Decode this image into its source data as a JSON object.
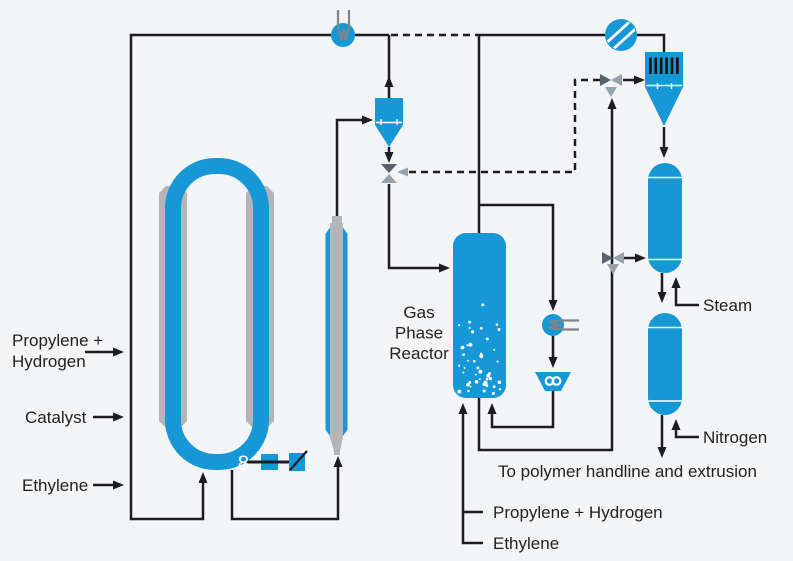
{
  "colors": {
    "process_blue": "#1798d6",
    "vessel_gray": "#b3b5b8",
    "line_black": "#1d1d1f",
    "valve_gray_dark": "#59626c",
    "valve_gray_light": "#95a1ad",
    "hx_gray": "#7f8488",
    "background": "#f2f4f5",
    "text_color": "#231f20"
  },
  "labels": {
    "feed_left": {
      "propylene_hydrogen_line1": "Propylene +",
      "propylene_hydrogen_line2": "Hydrogen",
      "catalyst": "Catalyst",
      "ethylene": "Ethylene"
    },
    "gas_phase_reactor": {
      "line1": "Gas",
      "line2": "Phase",
      "line3": "Reactor"
    },
    "right": {
      "steam": "Steam",
      "nitrogen": "Nitrogen"
    },
    "bottom": {
      "to_polymer": "To polymer handline and extrusion",
      "propylene_hydrogen": "Propylene + Hydrogen",
      "ethylene": "Ethylene"
    },
    "pump_symbol": "8"
  }
}
